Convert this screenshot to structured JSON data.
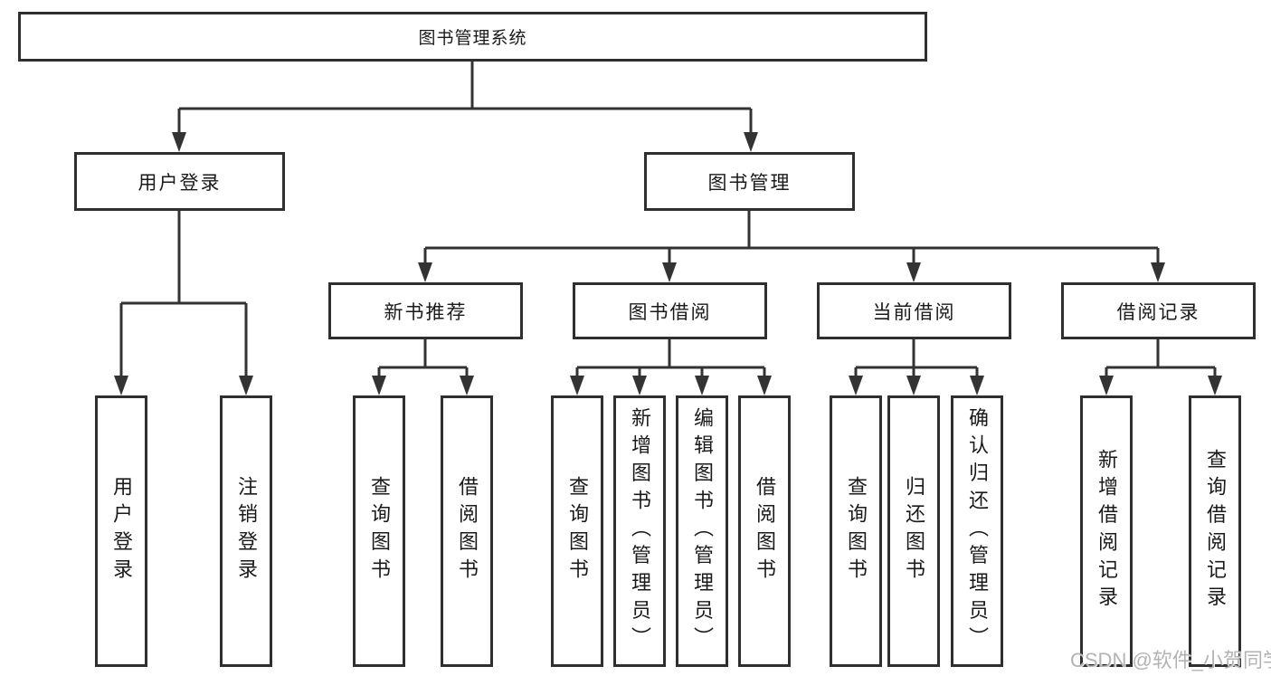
{
  "diagram": {
    "root": {
      "label": "图书管理系统"
    },
    "branches": [
      {
        "label": "用户登录",
        "children": [
          {
            "label": "用户登录"
          },
          {
            "label": "注销登录"
          }
        ]
      },
      {
        "label": "图书管理",
        "sections": [
          {
            "label": "新书推荐",
            "children": [
              {
                "label": "查询图书"
              },
              {
                "label": "借阅图书"
              }
            ]
          },
          {
            "label": "图书借阅",
            "children": [
              {
                "label": "查询图书"
              },
              {
                "label": "新增图书（管理员）"
              },
              {
                "label": "编辑图书（管理员）"
              },
              {
                "label": "借阅图书"
              }
            ]
          },
          {
            "label": "当前借阅",
            "children": [
              {
                "label": "查询图书"
              },
              {
                "label": "归还图书"
              },
              {
                "label": "确认归还（管理员）"
              }
            ]
          },
          {
            "label": "借阅记录",
            "children": [
              {
                "label": "新增借阅记录"
              },
              {
                "label": "查询借阅记录"
              }
            ]
          }
        ]
      }
    ]
  },
  "watermark": {
    "text": "CSDN @软件_小贺同学"
  },
  "colors": {
    "line": "#333333",
    "box_border": "#2f2f2f",
    "text": "#1a1a1a",
    "background": "#ffffff",
    "watermark": "#b3b3b3"
  }
}
